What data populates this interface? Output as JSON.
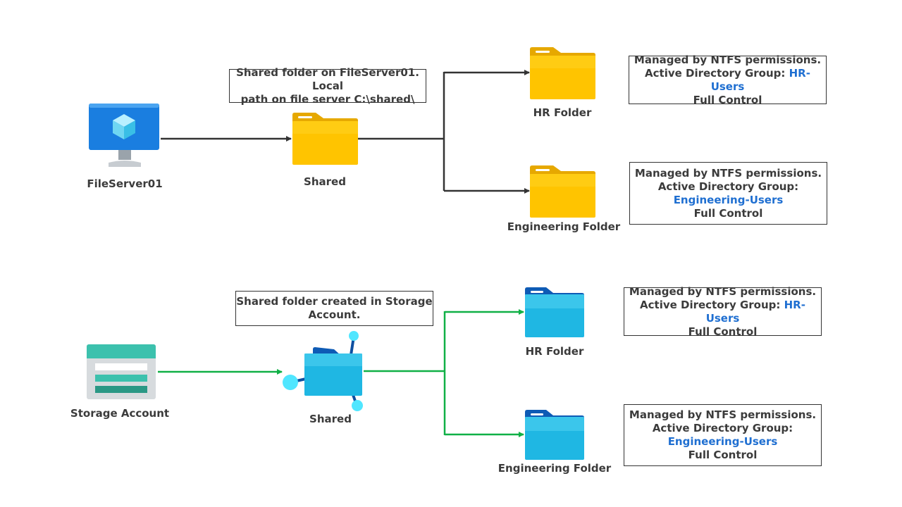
{
  "section_onprem": {
    "server_label": "FileServer01",
    "shared_label": "Shared",
    "shared_note": [
      "Shared folder on FileServer01. Local",
      "path on file server C:\\shared\\"
    ],
    "hr_folder_label": "HR Folder",
    "eng_folder_label": "Engineering Folder",
    "hr_note": {
      "line1": "Managed by NTFS permissions.",
      "line2_prefix": "Active Directory Group: ",
      "group": "HR-Users",
      "line3": "Full Control"
    },
    "eng_note": {
      "line1": "Managed by NTFS permissions.",
      "line2": "Active Directory Group:",
      "group": "Engineering-Users",
      "line3": "Full Control"
    },
    "connector_color": "#333333"
  },
  "section_cloud": {
    "storage_label": "Storage Account",
    "shared_label": "Shared",
    "shared_note": [
      "Shared folder created in Storage",
      "Account."
    ],
    "hr_folder_label": "HR Folder",
    "eng_folder_label": "Engineering Folder",
    "hr_note": {
      "line1": "Managed by NTFS permissions.",
      "line2_prefix": "Active Directory Group: ",
      "group": "HR-Users",
      "line3": "Full Control"
    },
    "eng_note": {
      "line1": "Managed by NTFS permissions.",
      "line2": "Active Directory Group:",
      "group": "Engineering-Users",
      "line3": "Full Control"
    },
    "connector_color": "#10b046"
  },
  "colors": {
    "group_link": "#1f6fd1",
    "folder_yellow": "#ffc400",
    "folder_blue": "#1fb7e3",
    "monitor_blue": "#1a7ee0",
    "storage_teal": "#3cc1ad"
  },
  "icons": [
    "monitor-vm-icon",
    "folder-yellow-icon",
    "storage-account-icon",
    "file-share-icon",
    "folder-blue-icon"
  ]
}
